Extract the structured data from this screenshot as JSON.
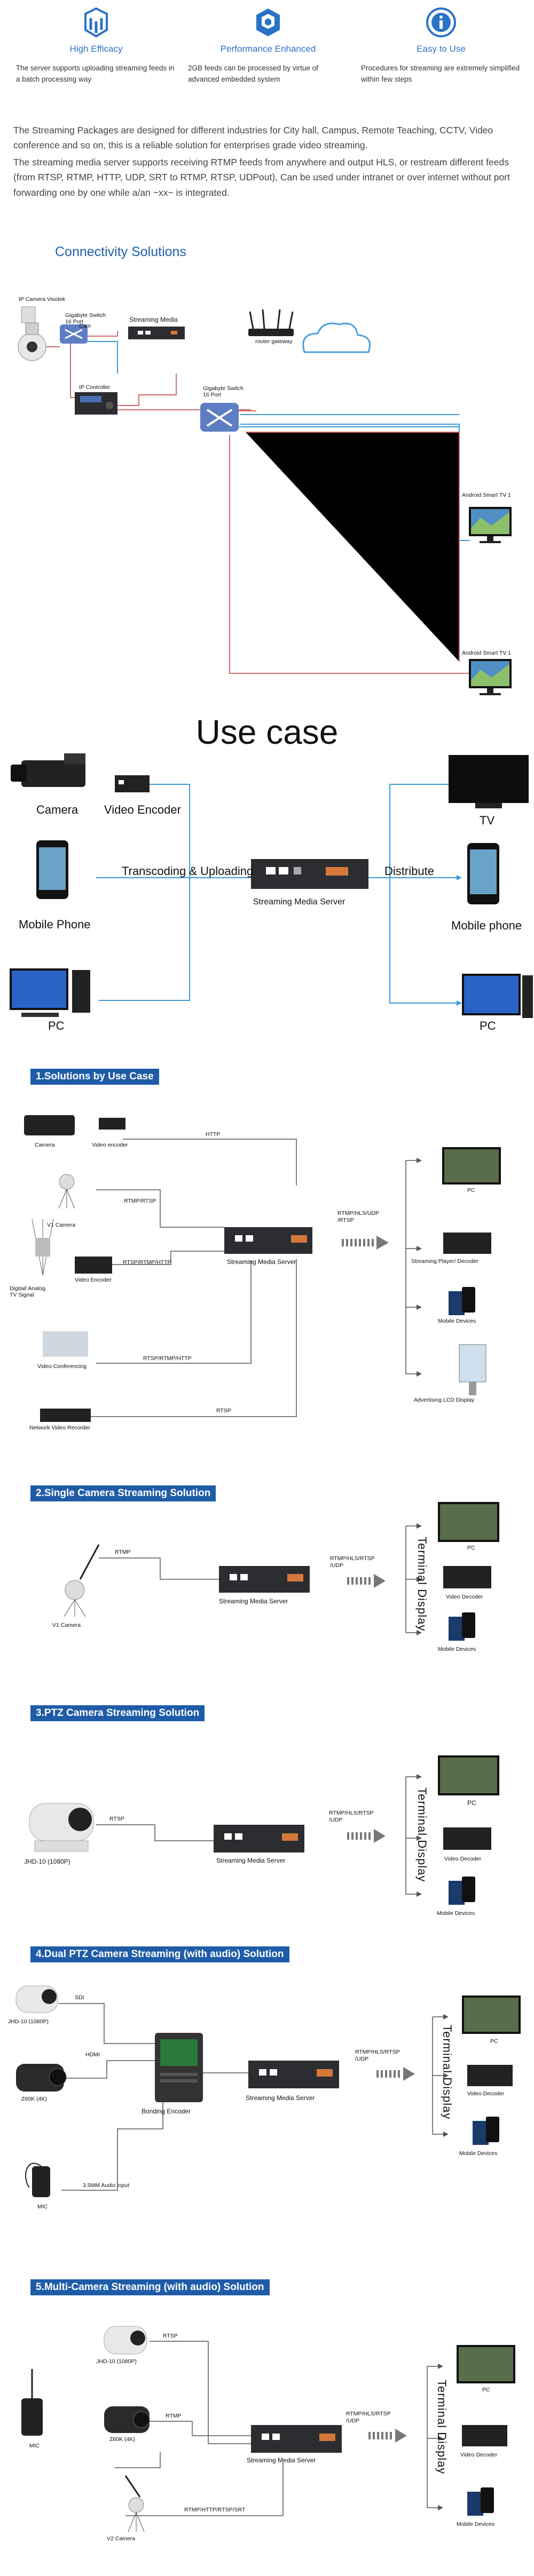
{
  "features": [
    {
      "title": "High Efficacy",
      "desc": "The server supports uploading streaming feeds in a batch processing way",
      "icon": "server-icon"
    },
    {
      "title": "Performance  Enhanced",
      "desc": "2GB feeds can be processed by virtue of advanced embedded system",
      "icon": "cube-icon"
    },
    {
      "title": "Easy to Use",
      "desc": "Procedures for streaming are extremely simplified within few  steps",
      "icon": "info-icon"
    }
  ],
  "intro": [
    "The Streaming Packages are designed for different industries for City hall, Campus, Remote Teaching, CCTV, Video conference and so on, this is a reliable solution for enterprises grade video streaming.",
    "The streaming media server supports receiving RTMP feeds from anywhere and output HLS, or restream different feeds (from RTSP, RTMP, HTTP, UDP, SRT to RTMP, RTSP, UDPout), Can be used under intranet or over internet without port forwarding one by one while a/an ~xx~ is integrated."
  ],
  "connectivity": {
    "title": "Connectivity  Solutions",
    "labels": {
      "ip_camera": "IP Camera Visotek",
      "cam": "Cam",
      "gigabyte_switch_top": "Gigabyte Switch\n16 Port",
      "streaming_media": "Streaming Media",
      "router": "router gateway",
      "ip_controller": "IP Controller",
      "gigabyte_switch_mid": "Gigabyte Switch\n16 Port",
      "tv1": "Android Smart TV 1",
      "tv2": "Android Smart TV 1"
    }
  },
  "usecase": {
    "title": "Use case",
    "camera": "Camera",
    "video_encoder": "Video Encoder",
    "mobile_phone_in": "Mobile Phone",
    "pc_in": "PC",
    "transcoding": "Transcoding & Uploading",
    "distribute": "Distribute",
    "server": "Streaming Media Server",
    "tv": "TV",
    "mobile_phone_out": "Mobile phone",
    "pc_out": "PC"
  },
  "sec1": {
    "title": "1.Solutions by Use Case",
    "camera": "Camera",
    "video_encoder_top": "Video encoder",
    "http": "HTTP",
    "v1_camera": "V1 Camera",
    "rtmp_rtsp": "RTMP/RTSP",
    "digital_analog": "Digital/ Analog\nTV Signal",
    "video_encoder": "Video Encoder",
    "rtsp_rtmp_http_1": "RTSP/RTMP/HTTP",
    "server": "Streaming Media Server",
    "output": "RTMP/HLS/UDP\n/RTSP",
    "video_conferencing": "Video Conferencing",
    "rtsp_rtmp_http_2": "RTSP/RTMP/HTTP",
    "nvr": "Network Video Recorder",
    "rtsp": "RTSP",
    "pc": "PC",
    "player": "Streaming Player/ Decoder",
    "mobile": "Mobile Devices",
    "lcd": "Advertising LCD Display"
  },
  "sec2": {
    "title": "2.Single Camera Streaming Solution",
    "rtmp": "RTMP",
    "v1_camera": "V1 Camera",
    "server": "Streaming Media Server",
    "output": "RTMP/HLS/RTSP\n/UDP",
    "terminal": "Terminal Display",
    "pc": "PC",
    "decoder": "Video Decoder",
    "mobile": "Mobile Devices"
  },
  "sec3": {
    "title": "3.PTZ Camera Streaming Solution",
    "rtsp": "RTSP",
    "camera": "JHD-10 (1080P)",
    "server": "Streaming Media Server",
    "output": "RTMP/HLS/RTSP\n/UDP",
    "terminal": "Terminal Display",
    "pc": "PC",
    "decoder": "Video Decoder",
    "mobile": "Mobile Devices"
  },
  "sec4": {
    "title": "4.Dual PTZ Camera Streaming (with audio) Solution",
    "sdi": "SDI",
    "cam1": "JHD-10 (1080P)",
    "hdmi": "HDMI",
    "cam2": "Z60K  (4K)",
    "bonding": "Bonding Encoder",
    "audio": "3.5MM Audio input",
    "mic": "MIC",
    "server": "Streaming Media Server",
    "output": "RTMP/HLS/RTSP\n/UDP",
    "terminal": "Terminal Display",
    "pc": "PC",
    "decoder": "Video Decoder",
    "mobile": "Mobile Devices"
  },
  "sec5": {
    "title": "5.Multi-Camera Streaming (with audio) Solution",
    "rtsp": "RTSP",
    "cam1": "JHD-10 (1080P)",
    "rtmp": "RTMP",
    "cam2": "Z60K  (4K)",
    "mic": "MIC",
    "v2": "V2 Camera",
    "protocols": "RTMP/HTTP/RTSP/SRT",
    "server": "Streaming Media Server",
    "output": "RTMP/HLS/RTSP\n/UDP",
    "terminal": "Terminal Display",
    "pc": "PC",
    "decoder": "Video Decoder",
    "mobile": "Mobile Devices"
  },
  "colors": {
    "accent": "#2a72c7",
    "banner": "#1f5ca8",
    "link_red": "#d06a6a",
    "link_blue": "#3a9ad9"
  }
}
